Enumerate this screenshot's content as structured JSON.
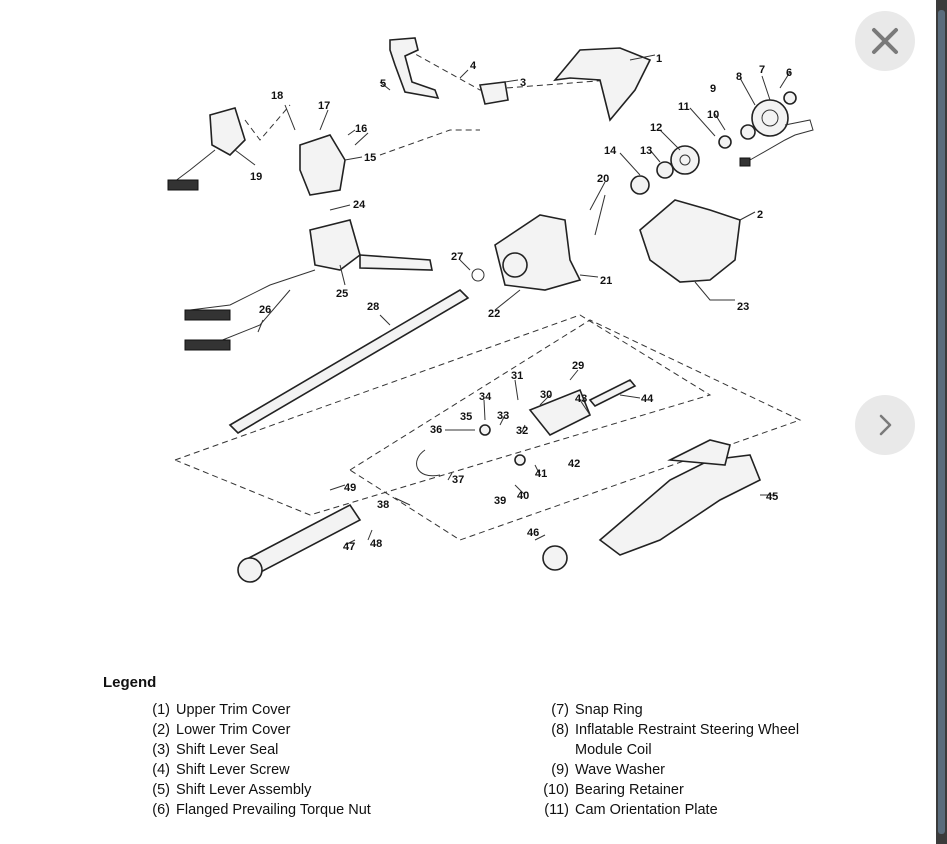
{
  "viewer": {
    "close_icon": "close-icon",
    "next_icon": "chevron-right-icon"
  },
  "diagram": {
    "callouts": [
      "1",
      "2",
      "3",
      "4",
      "5",
      "6",
      "7",
      "8",
      "9",
      "10",
      "11",
      "12",
      "13",
      "14",
      "15",
      "16",
      "17",
      "18",
      "19",
      "20",
      "21",
      "22",
      "23",
      "24",
      "25",
      "26",
      "27",
      "28",
      "29",
      "30",
      "31",
      "32",
      "33",
      "34",
      "35",
      "36",
      "37",
      "38",
      "39",
      "40",
      "41",
      "42",
      "43",
      "44",
      "45",
      "46",
      "47",
      "48",
      "49"
    ]
  },
  "legend": {
    "title": "Legend",
    "left_items": [
      {
        "num": "(1)",
        "text": "Upper Trim Cover"
      },
      {
        "num": "(2)",
        "text": "Lower Trim Cover"
      },
      {
        "num": "(3)",
        "text": "Shift Lever Seal"
      },
      {
        "num": "(4)",
        "text": "Shift Lever Screw"
      },
      {
        "num": "(5)",
        "text": "Shift Lever Assembly"
      },
      {
        "num": "(6)",
        "text": "Flanged Prevailing Torque Nut"
      }
    ],
    "right_items": [
      {
        "num": "(7)",
        "text": "Snap Ring"
      },
      {
        "num": "(8)",
        "text": "Inflatable Restraint Steering Wheel Module Coil"
      },
      {
        "num": "(9)",
        "text": "Wave Washer"
      },
      {
        "num": "(10)",
        "text": "Bearing Retainer"
      },
      {
        "num": "(11)",
        "text": "Cam Orientation Plate"
      }
    ]
  },
  "colors": {
    "button_bg": "#e9e9e9",
    "icon": "#7a7a7a",
    "scrollbar_track": "#3b3b3b",
    "scrollbar_thumb": "#5a6c7c"
  }
}
